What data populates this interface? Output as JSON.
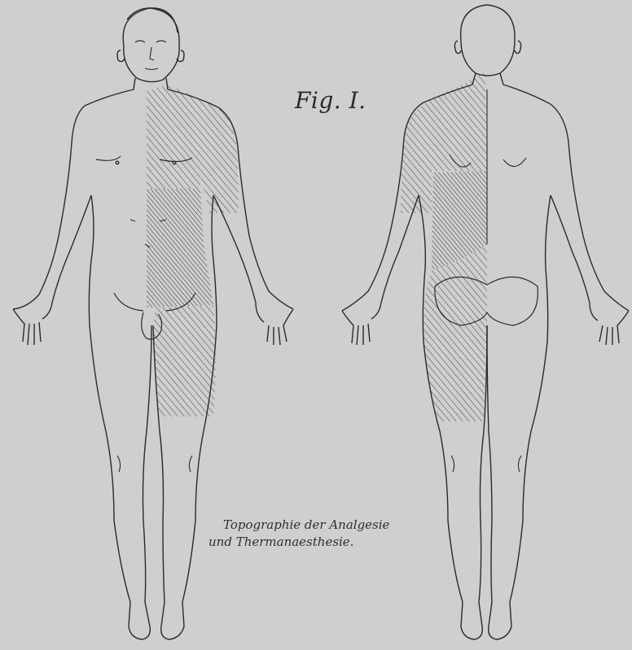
{
  "figure": {
    "label": "Fig. I.",
    "caption_line1": "Topographie der Analgesie",
    "caption_line2": "und Thermanaesthesie."
  },
  "colors": {
    "paper": "#cfcfcd",
    "ink": "#2b2b2b",
    "hatch": "#4a4a4a"
  }
}
